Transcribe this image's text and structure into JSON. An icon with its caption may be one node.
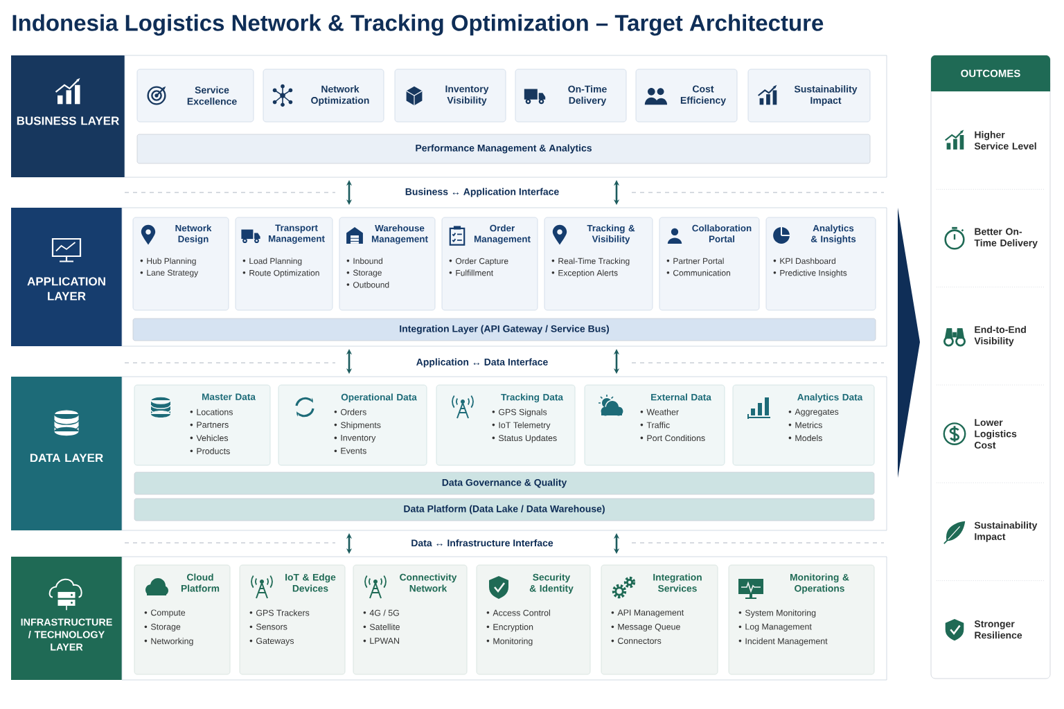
{
  "diagram": {
    "title": "Indonesia Logistics Network & Tracking Optimization – Target Architecture",
    "nodes": [
      {
        "text": [
          "BUSINESS LAYER"
        ]
      },
      {
        "text": [],
        "shape": "box"
      },
      {
        "text": [
          "Service Excellence"
        ],
        "in": 1
      },
      {
        "text": [
          "Network Optimization"
        ],
        "in": 1
      },
      {
        "text": [
          "Inventory Visibility"
        ],
        "in": 1
      },
      {
        "text": [
          "On-Time Delivery"
        ],
        "in": 1
      },
      {
        "text": [
          "Cost Efficiency"
        ],
        "in": 1
      },
      {
        "text": [
          "Sustainability Impact"
        ],
        "in": 1
      },
      {
        "text": [
          "Performance Management & Analytics"
        ],
        "in": 1
      },
      {
        "text": [
          "APPLICATION LAYER"
        ]
      },
      {
        "text": [],
        "shape": "box"
      },
      {
        "text": [
          "Network Design",
          "Hub Planning",
          "Lane Strategy"
        ],
        "in": 10
      },
      {
        "text": [
          "Transport Management",
          "Load Planning",
          "Route Optimization"
        ],
        "in": 10
      },
      {
        "text": [
          "Warehouse Management",
          "Inbound",
          "Storage",
          "Outbound"
        ],
        "in": 10
      },
      {
        "text": [
          "Order Management",
          "Order Capture",
          "Fulfillment"
        ],
        "in": 10
      },
      {
        "text": [
          "Tracking & Visibility",
          "Real-Time Tracking",
          "Exception Alerts"
        ],
        "in": 10
      },
      {
        "text": [
          "Collaboration Portal",
          "Partner Portal",
          "Communication"
        ],
        "in": 10
      },
      {
        "text": [
          "Analytics & Insights",
          "KPI Dashboard",
          "Predictive Insights"
        ],
        "in": 10
      },
      {
        "text": [
          "Integration Layer (API Gateway / Service Bus)"
        ],
        "in": 10
      },
      {
        "text": [
          "DATA LAYER"
        ]
      },
      {
        "text": [],
        "shape": "box"
      },
      {
        "text": [
          "Master Data",
          "Locations",
          "Partners",
          "Vehicles",
          "Products"
        ],
        "in": 20
      },
      {
        "text": [
          "Operational Data",
          "Orders",
          "Shipments",
          "Inventory",
          "Events"
        ],
        "in": 20
      },
      {
        "text": [
          "Tracking Data",
          "GPS Signals",
          "IoT Telemetry",
          "Status Updates"
        ],
        "in": 20
      },
      {
        "text": [
          "External Data",
          "Weather",
          "Traffic",
          "Port Conditions"
        ],
        "in": 20
      },
      {
        "text": [
          "Analytics Data",
          "Aggregates",
          "Metrics",
          "Models"
        ],
        "in": 20
      },
      {
        "text": [
          "Data Governance & Quality"
        ],
        "in": 20
      },
      {
        "text": [
          "Data Platform (Data Lake / Data Warehouse)"
        ],
        "in": 20
      },
      {
        "text": [
          "INFRASTRUCTURE / TECHNOLOGY LAYER"
        ]
      },
      {
        "text": [],
        "shape": "box"
      },
      {
        "text": [
          "Cloud Platform",
          "Compute",
          "Storage",
          "Networking"
        ],
        "in": 29
      },
      {
        "text": [
          "IoT & Edge Devices",
          "GPS Trackers",
          "Sensors",
          "Gateways"
        ],
        "in": 29
      },
      {
        "text": [
          "Connectivity Network",
          "4G / 5G",
          "Satellite",
          "LPWAN"
        ],
        "in": 29
      },
      {
        "text": [
          "Security & Identity",
          "Access Control",
          "Encryption",
          "Monitoring"
        ],
        "in": 29
      },
      {
        "text": [
          "Integration Services",
          "API Management",
          "Message Queue",
          "Connectors"
        ],
        "in": 29
      },
      {
        "text": [
          "Monitoring & Operations",
          "System Monitoring",
          "Log Management",
          "Incident Management"
        ],
        "in": 29
      },
      {
        "text": [
          "OUTCOMES"
        ]
      },
      {
        "text": [
          "Higher Service Level"
        ],
        "in": 36
      },
      {
        "text": [
          "Better On-Time Delivery"
        ],
        "in": 36
      },
      {
        "text": [
          "End-to-End Visibility"
        ],
        "in": 36
      },
      {
        "text": [
          "Lower Logistics Cost"
        ],
        "in": 36
      },
      {
        "text": [
          "Sustainability Impact"
        ],
        "in": 36
      },
      {
        "text": [
          "Stronger Resilience"
        ],
        "in": 36
      }
    ],
    "edges": [
      {
        "from": 1,
        "to": 10,
        "arrow": "both"
      },
      {
        "from": 1,
        "to": 10,
        "arrow": "both"
      },
      {
        "from": 10,
        "to": 20,
        "arrow": "both"
      },
      {
        "from": 10,
        "to": 20,
        "arrow": "both"
      },
      {
        "from": 20,
        "to": 29,
        "arrow": "both"
      },
      {
        "from": 20,
        "to": 29,
        "arrow": "both"
      }
    ],
    "labels": [
      "Business ↔ Application Interface",
      "Application ↔ Data Interface",
      "Data ↔ Infrastructure Interface"
    ]
  }
}
